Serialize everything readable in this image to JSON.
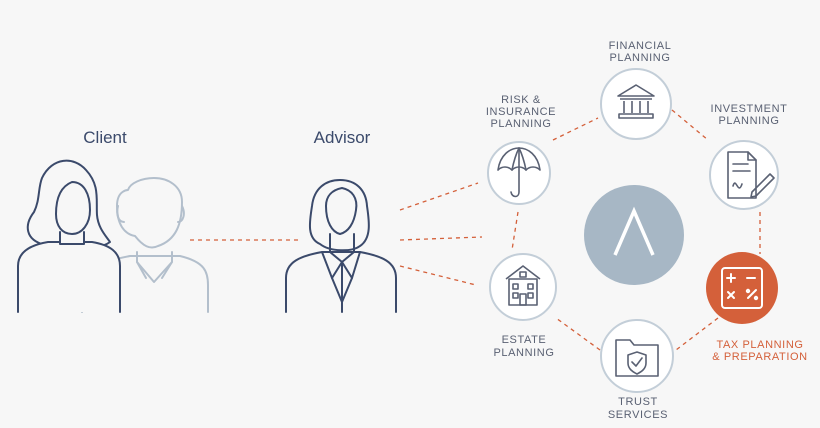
{
  "people": {
    "client_label": "Client",
    "advisor_label": "Advisor"
  },
  "services": {
    "financial": [
      "FINANCIAL",
      "PLANNING"
    ],
    "risk": [
      "RISK &",
      "INSURANCE",
      "PLANNING"
    ],
    "investment": [
      "INVESTMENT",
      "PLANNING"
    ],
    "estate": [
      "ESTATE",
      "PLANNING"
    ],
    "trust": [
      "TRUST",
      "SERVICES"
    ],
    "tax": [
      "TAX PLANNING",
      "& PREPARATION"
    ]
  },
  "colors": {
    "navy": "#3b4a6b",
    "person_light": "#b3bfcc",
    "circle_stroke": "#c3ced8",
    "center_fill": "#a7b7c5",
    "accent": "#d4603a",
    "background": "#f7f7f7"
  },
  "icons": {
    "center": "chevron-up-logo-icon",
    "financial": "bank-building-icon",
    "risk": "umbrella-icon",
    "investment": "document-pen-icon",
    "estate": "house-icon",
    "trust": "folder-shield-icon",
    "tax": "calculator-icon"
  }
}
